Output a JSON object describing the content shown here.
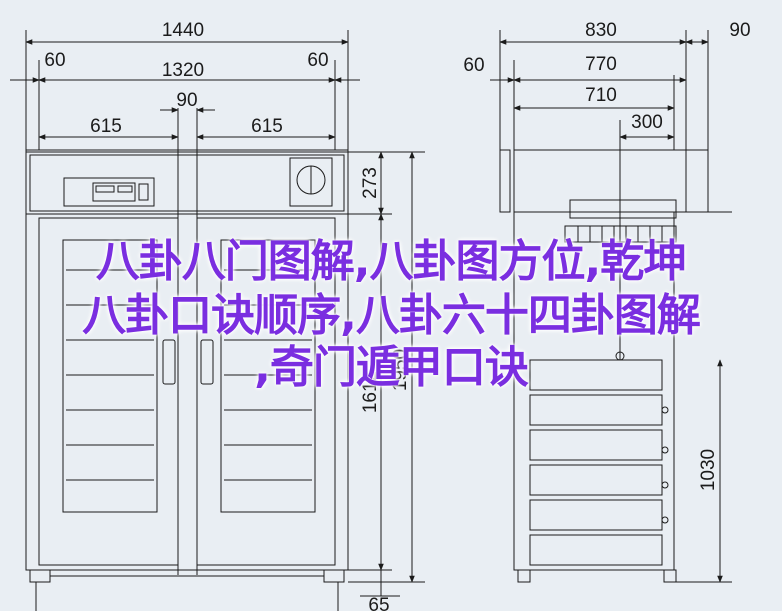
{
  "front_view": {
    "overall_width": "1440",
    "inner_width": "1320",
    "side_offset_left": "60",
    "side_offset_right": "60",
    "door_width_left": "615",
    "door_width_right": "615",
    "center_gap": "90",
    "top_panel_height": "273",
    "body_height": "1612",
    "total_height": "1950",
    "bottom_offset": "65"
  },
  "side_view": {
    "overall_depth": "830",
    "rear_offset": "90",
    "front_offset": "60",
    "depth_770": "770",
    "depth_710": "710",
    "depth_300": "300",
    "height_1030": "1030"
  },
  "overlay": {
    "line1": "八卦八门图解,八卦图方位,乾坤",
    "line2": "八卦口诀顺序,八卦六十四卦图解",
    "line3": ",奇门遁甲口诀"
  },
  "colors": {
    "background": "#e9eef3",
    "line": "#1b1b1b",
    "overlay_text": "#7a2ee0"
  }
}
